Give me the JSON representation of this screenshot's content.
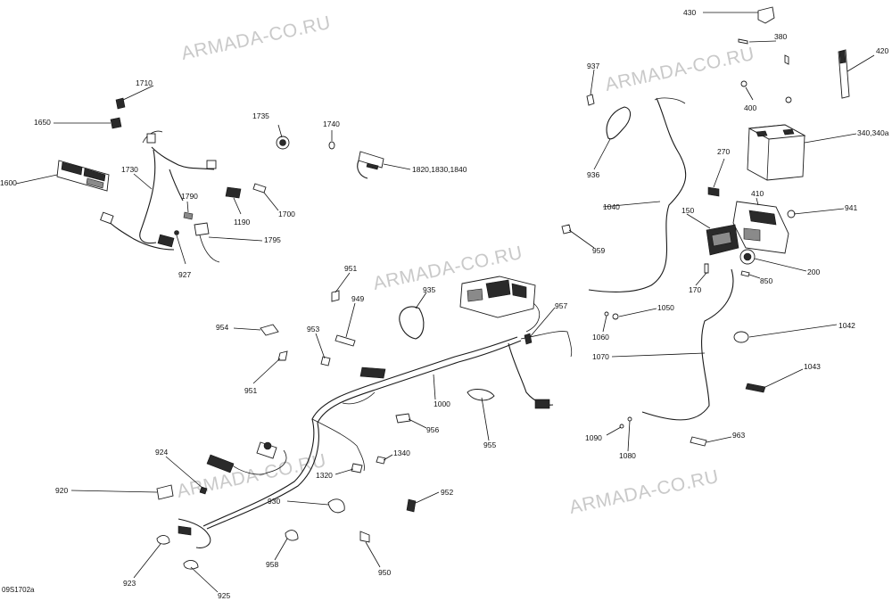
{
  "watermarks": [
    "ARMADA-CO.RU",
    "ARMADA-CO.RU",
    "ARMADA-CO.RU",
    "ARMADA-CO.RU",
    "ARMADA-CO.RU"
  ],
  "drawing_ref": "09S1702a",
  "labels": {
    "l1710": "1710",
    "l1650": "1650",
    "l1600": "1600",
    "l1730": "1730",
    "l1735": "1735",
    "l1740": "1740",
    "l1820": "1820,1830,1840",
    "l1790": "1790",
    "l1190": "1190",
    "l1700": "1700",
    "l1795": "1795",
    "l927": "927",
    "l430": "430",
    "l380": "380",
    "l420": "420",
    "l400": "400",
    "l340": "340,340a",
    "l270": "270",
    "l410": "410",
    "l941": "941",
    "l150": "150",
    "l200": "200",
    "l850": "850",
    "l170": "170",
    "l937": "937",
    "l936": "936",
    "l1040": "1040",
    "l959": "959",
    "l1042": "1042",
    "l1043": "1043",
    "l963": "963",
    "l1050": "1050",
    "l1060": "1060",
    "l1070": "1070",
    "l1090": "1090",
    "l1080": "1080",
    "l951a": "951",
    "l949": "949",
    "l935": "935",
    "l957": "957",
    "l954": "954",
    "l953": "953",
    "l951b": "951",
    "l1000": "1000",
    "l956": "956",
    "l955": "955",
    "l1340": "1340",
    "l1320": "1320",
    "l924": "924",
    "l920": "920",
    "l930": "930",
    "l952": "952",
    "l958": "958",
    "l950": "950",
    "l923": "923",
    "l925": "925"
  }
}
